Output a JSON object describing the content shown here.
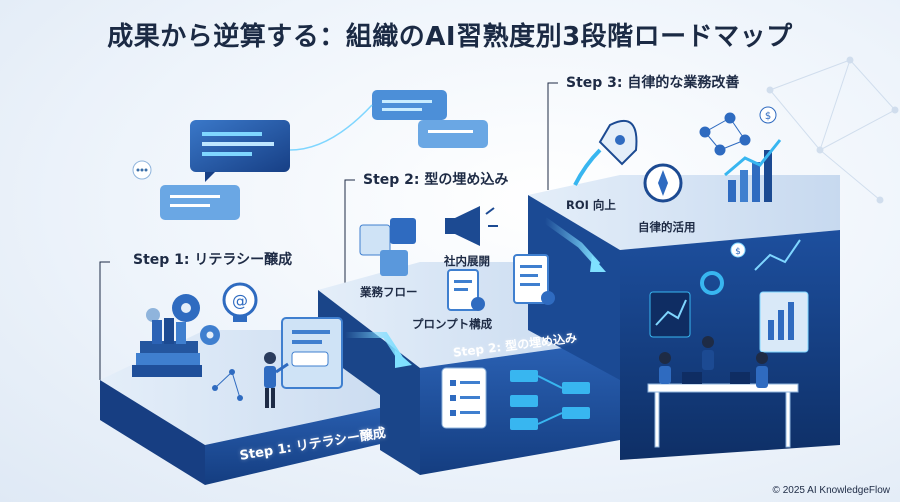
{
  "title": "成果から逆算する：組織のAI習熟度別3段階ロードマップ",
  "steps": {
    "step1": "Step 1: リテラシー醸成",
    "step2": "Step 2: 型の埋め込み",
    "step3": "Step 3: 自律的な業務改善"
  },
  "stair_labels": {
    "step1": "Step 1: リテラシー醸成",
    "step2": "Step 2: 型の埋め込み"
  },
  "step2_items": {
    "workflow": "業務フロー",
    "internal_rollout": "社内展開",
    "prompt_structure": "プロンプト構成"
  },
  "step3_items": {
    "roi": "ROI 向上",
    "autonomous_use": "自律的活用"
  },
  "copyright": "© 2025 AI KnowledgeFlow",
  "colors": {
    "navy": "#1b2a44",
    "stair_top": "#dce8f6",
    "stair_front": "#1f4f9a",
    "accent": "#38b6f0",
    "dark_blue": "#0f2d63"
  },
  "icons": [
    "chat-bubble-icon",
    "gear-icon",
    "lightbulb-icon",
    "book-icon",
    "puzzle-icon",
    "megaphone-icon",
    "document-icon",
    "rocket-icon",
    "compass-icon",
    "chart-icon",
    "network-icon",
    "dollar-icon",
    "checklist-icon",
    "flow-icon"
  ]
}
